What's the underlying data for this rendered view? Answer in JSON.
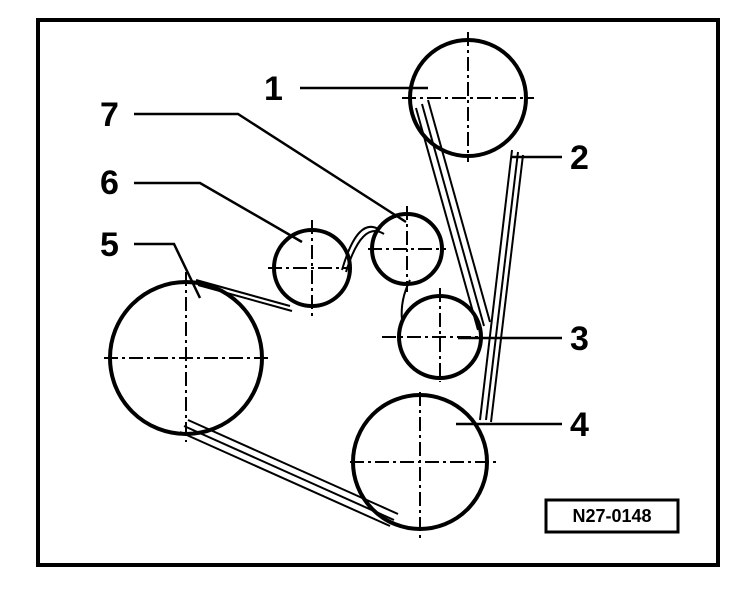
{
  "callouts": [
    {
      "id": "1",
      "label": "1"
    },
    {
      "id": "2",
      "label": "2"
    },
    {
      "id": "3",
      "label": "3"
    },
    {
      "id": "4",
      "label": "4"
    },
    {
      "id": "5",
      "label": "5"
    },
    {
      "id": "6",
      "label": "6"
    },
    {
      "id": "7",
      "label": "7"
    }
  ],
  "reference_code": "N27-0148",
  "colors": {
    "ink": "#000000",
    "paper": "#ffffff"
  }
}
